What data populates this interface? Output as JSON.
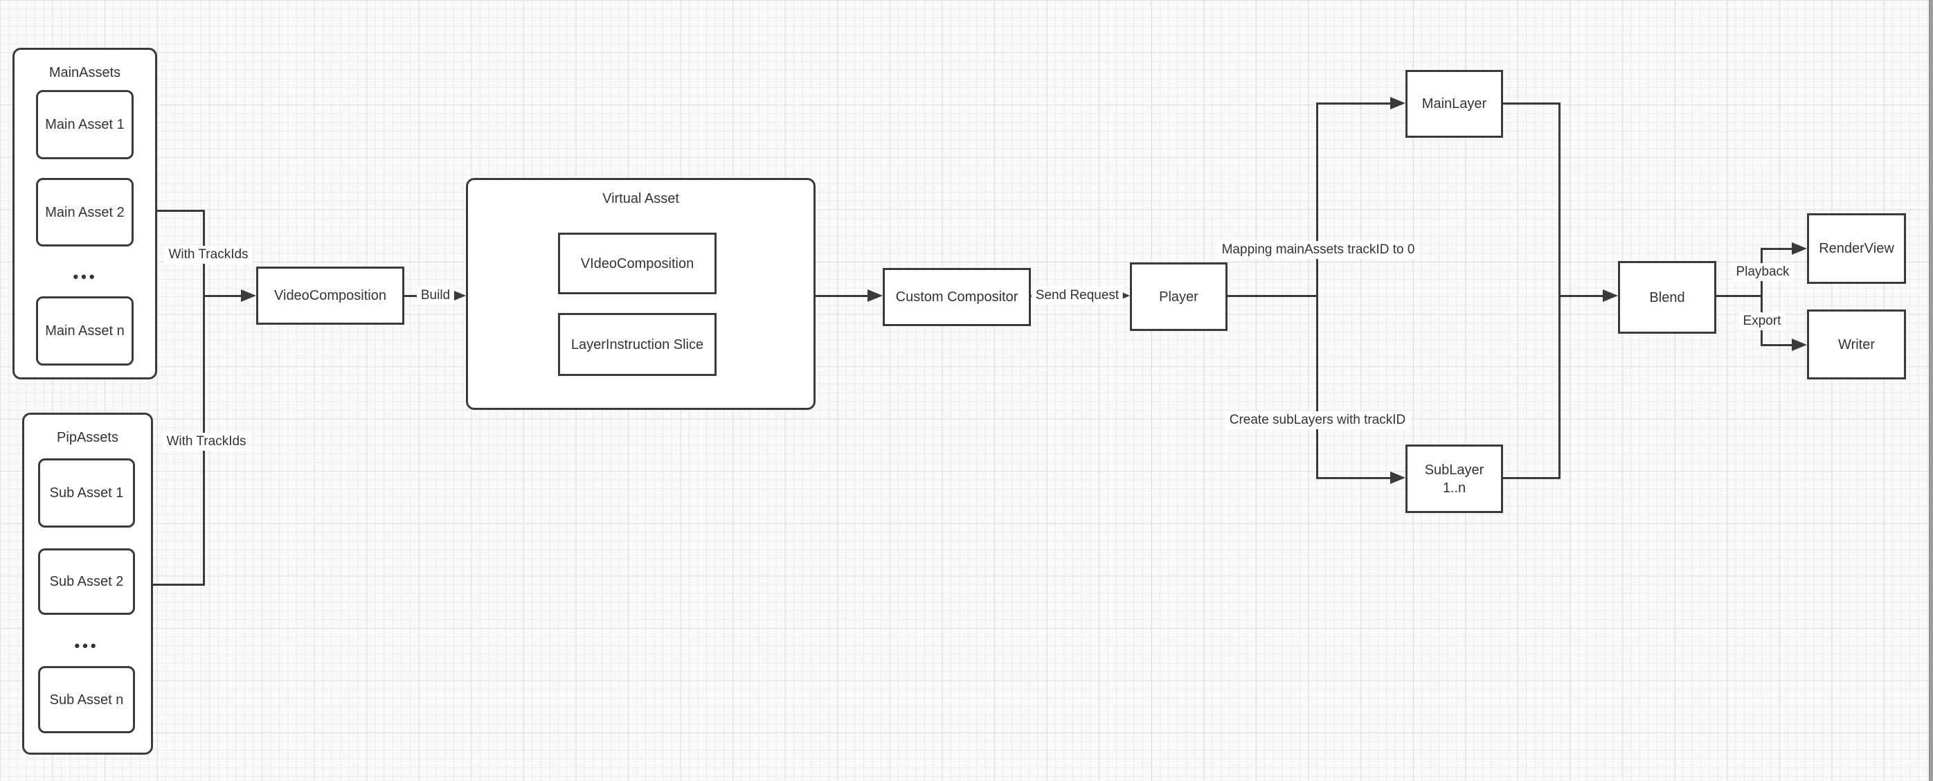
{
  "diagram": {
    "main_assets": {
      "title": "MainAssets",
      "item_1": "Main Asset 1",
      "item_2": "Main Asset 2",
      "ellipsis": "•••",
      "item_n": "Main Asset n"
    },
    "pip_assets": {
      "title": "PipAssets",
      "item_1": "Sub Asset 1",
      "item_2": "Sub Asset 2",
      "ellipsis": "•••",
      "item_n": "Sub Asset n"
    },
    "nodes": {
      "video_composition": "VideoComposition",
      "virtual_asset_title": "Virtual Asset",
      "va_video_composition": "VIdeoComposition",
      "va_layer_instruction": "LayerInstruction Slice",
      "custom_compositor": "Custom Compositor",
      "player": "Player",
      "main_layer": "MainLayer",
      "sub_layer_line1": "SubLayer",
      "sub_layer_line2": "1..n",
      "blend": "Blend",
      "render_view": "RenderView",
      "writer": "Writer"
    },
    "edge_labels": {
      "with_track_ids_main": "With TrackIds",
      "with_track_ids_pip": "With TrackIds",
      "build": "Build",
      "send_request": "Send Request",
      "mapping_main_assets": "Mapping mainAssets trackID to 0",
      "create_sub_layers": "Create subLayers with trackID",
      "playback": "Playback",
      "export": "Export"
    },
    "colors": {
      "stroke": "#3a3a3a",
      "text": "#333333",
      "node_fill": "#ffffff",
      "canvas_bg": "#fafafa",
      "grid_minor": "#ebebeb",
      "grid_major": "#e0e0e0",
      "edge_strip": "#9e9e9e"
    }
  }
}
